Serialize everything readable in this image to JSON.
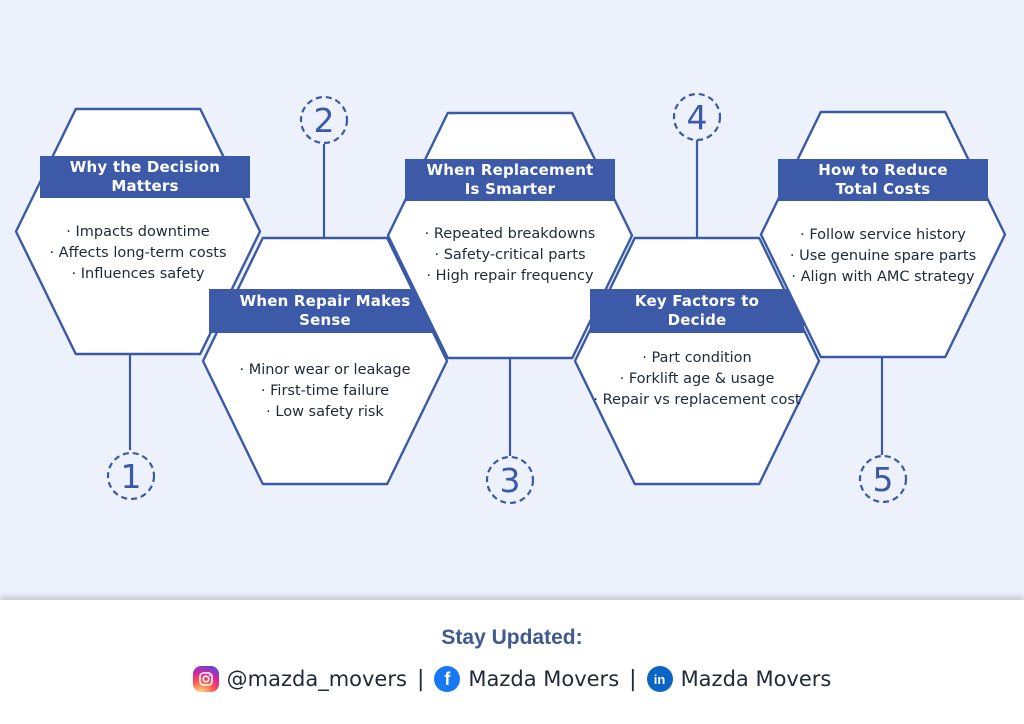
{
  "steps": [
    {
      "number": "1",
      "title": "Why the Decision Matters",
      "title_lines": [
        "Why the Decision",
        "Matters"
      ],
      "bullets": [
        "Impacts downtime",
        "Affects long-term costs",
        "Influences safety"
      ]
    },
    {
      "number": "2",
      "title": "When Repair Makes Sense",
      "title_lines": [
        "When Repair Makes",
        "Sense"
      ],
      "bullets": [
        "Minor wear or leakage",
        "First-time failure",
        "Low safety risk"
      ]
    },
    {
      "number": "3",
      "title": "When Replacement Is Smarter",
      "title_lines": [
        "When Replacement",
        "Is Smarter"
      ],
      "bullets": [
        "Repeated breakdowns",
        "Safety-critical parts",
        "High repair frequency"
      ]
    },
    {
      "number": "4",
      "title": "Key Factors to Decide",
      "title_lines": [
        "Key Factors to",
        "Decide"
      ],
      "bullets": [
        "Part condition",
        "Forklift age & usage",
        "Repair vs replacement cost"
      ]
    },
    {
      "number": "5",
      "title": "How to Reduce Total Costs",
      "title_lines": [
        "How to Reduce",
        "Total Costs"
      ],
      "bullets": [
        "Follow service history",
        "Use genuine spare parts",
        "Align with AMC strategy"
      ]
    }
  ],
  "colors": {
    "accent": "#3d5aa8",
    "outline": "#3b5aa6",
    "background": "#edf1fc"
  },
  "footer": {
    "heading": "Stay Updated:",
    "instagram": {
      "icon": "instagram-icon",
      "handle": "@mazda_movers"
    },
    "facebook": {
      "icon": "facebook-icon",
      "name": "Mazda Movers"
    },
    "linkedin": {
      "icon": "linkedin-icon",
      "name": "Mazda Movers"
    },
    "separator": "|"
  }
}
